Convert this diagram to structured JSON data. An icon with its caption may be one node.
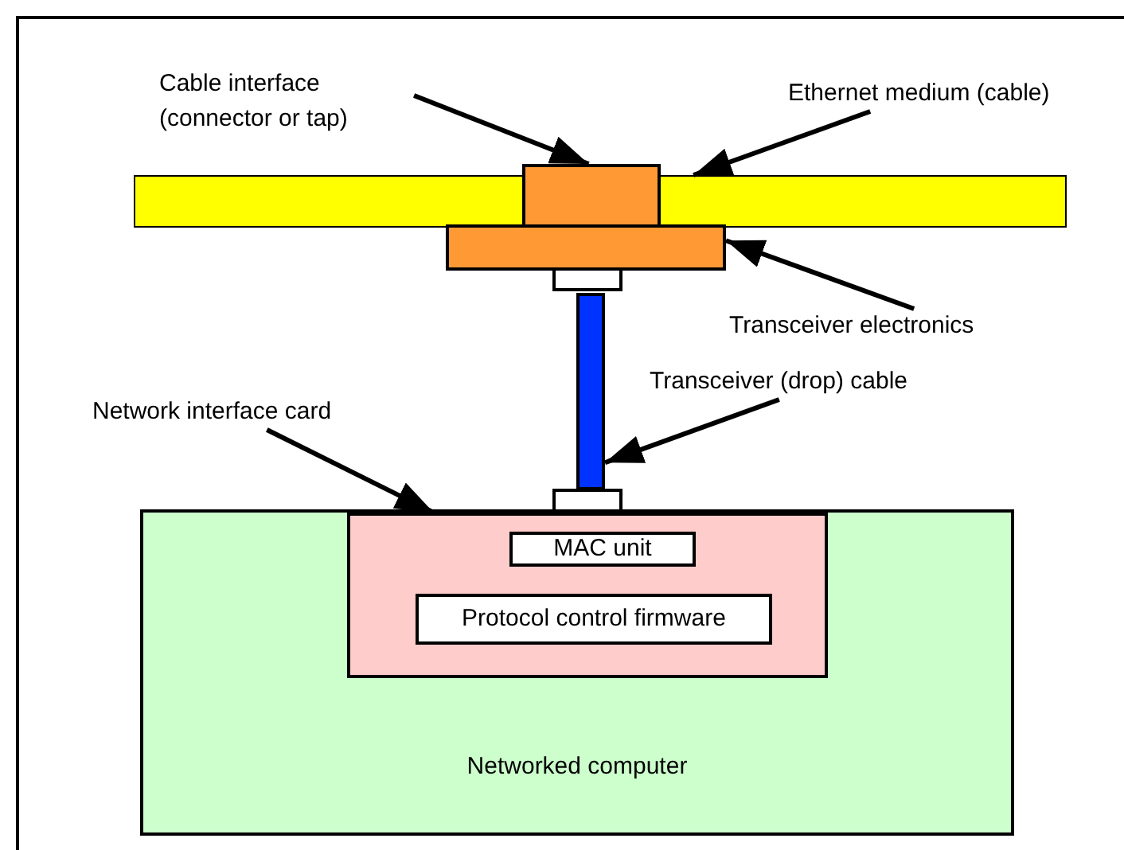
{
  "diagram": {
    "nodes": [
      {
        "text": [
          "Cable interface (connector or tap)"
        ]
      },
      {
        "text": [
          "Ethernet medium (cable)"
        ]
      },
      {
        "text": [],
        "shape": "bar"
      },
      {
        "text": [],
        "shape": "box"
      },
      {
        "text": [],
        "shape": "box"
      },
      {
        "text": [
          "Transceiver electronics"
        ]
      },
      {
        "text": [
          "Transceiver (drop) cable"
        ]
      },
      {
        "text": [],
        "shape": "bar"
      },
      {
        "text": [
          "Network interface card"
        ]
      },
      {
        "text": [
          "Networked computer"
        ]
      },
      {
        "text": [],
        "shape": "box",
        "in": 9
      },
      {
        "text": [
          "MAC unit"
        ],
        "in": 10
      },
      {
        "text": [
          "Protocol control firmware"
        ],
        "in": 10
      }
    ],
    "edges": [
      {
        "from": 0,
        "to": 3,
        "arrow": "to"
      },
      {
        "from": 1,
        "to": 2,
        "arrow": "to"
      },
      {
        "from": 5,
        "to": 4,
        "arrow": "to"
      },
      {
        "from": 6,
        "to": 7,
        "arrow": "to"
      },
      {
        "from": 8,
        "to": 10,
        "arrow": "to"
      }
    ]
  }
}
